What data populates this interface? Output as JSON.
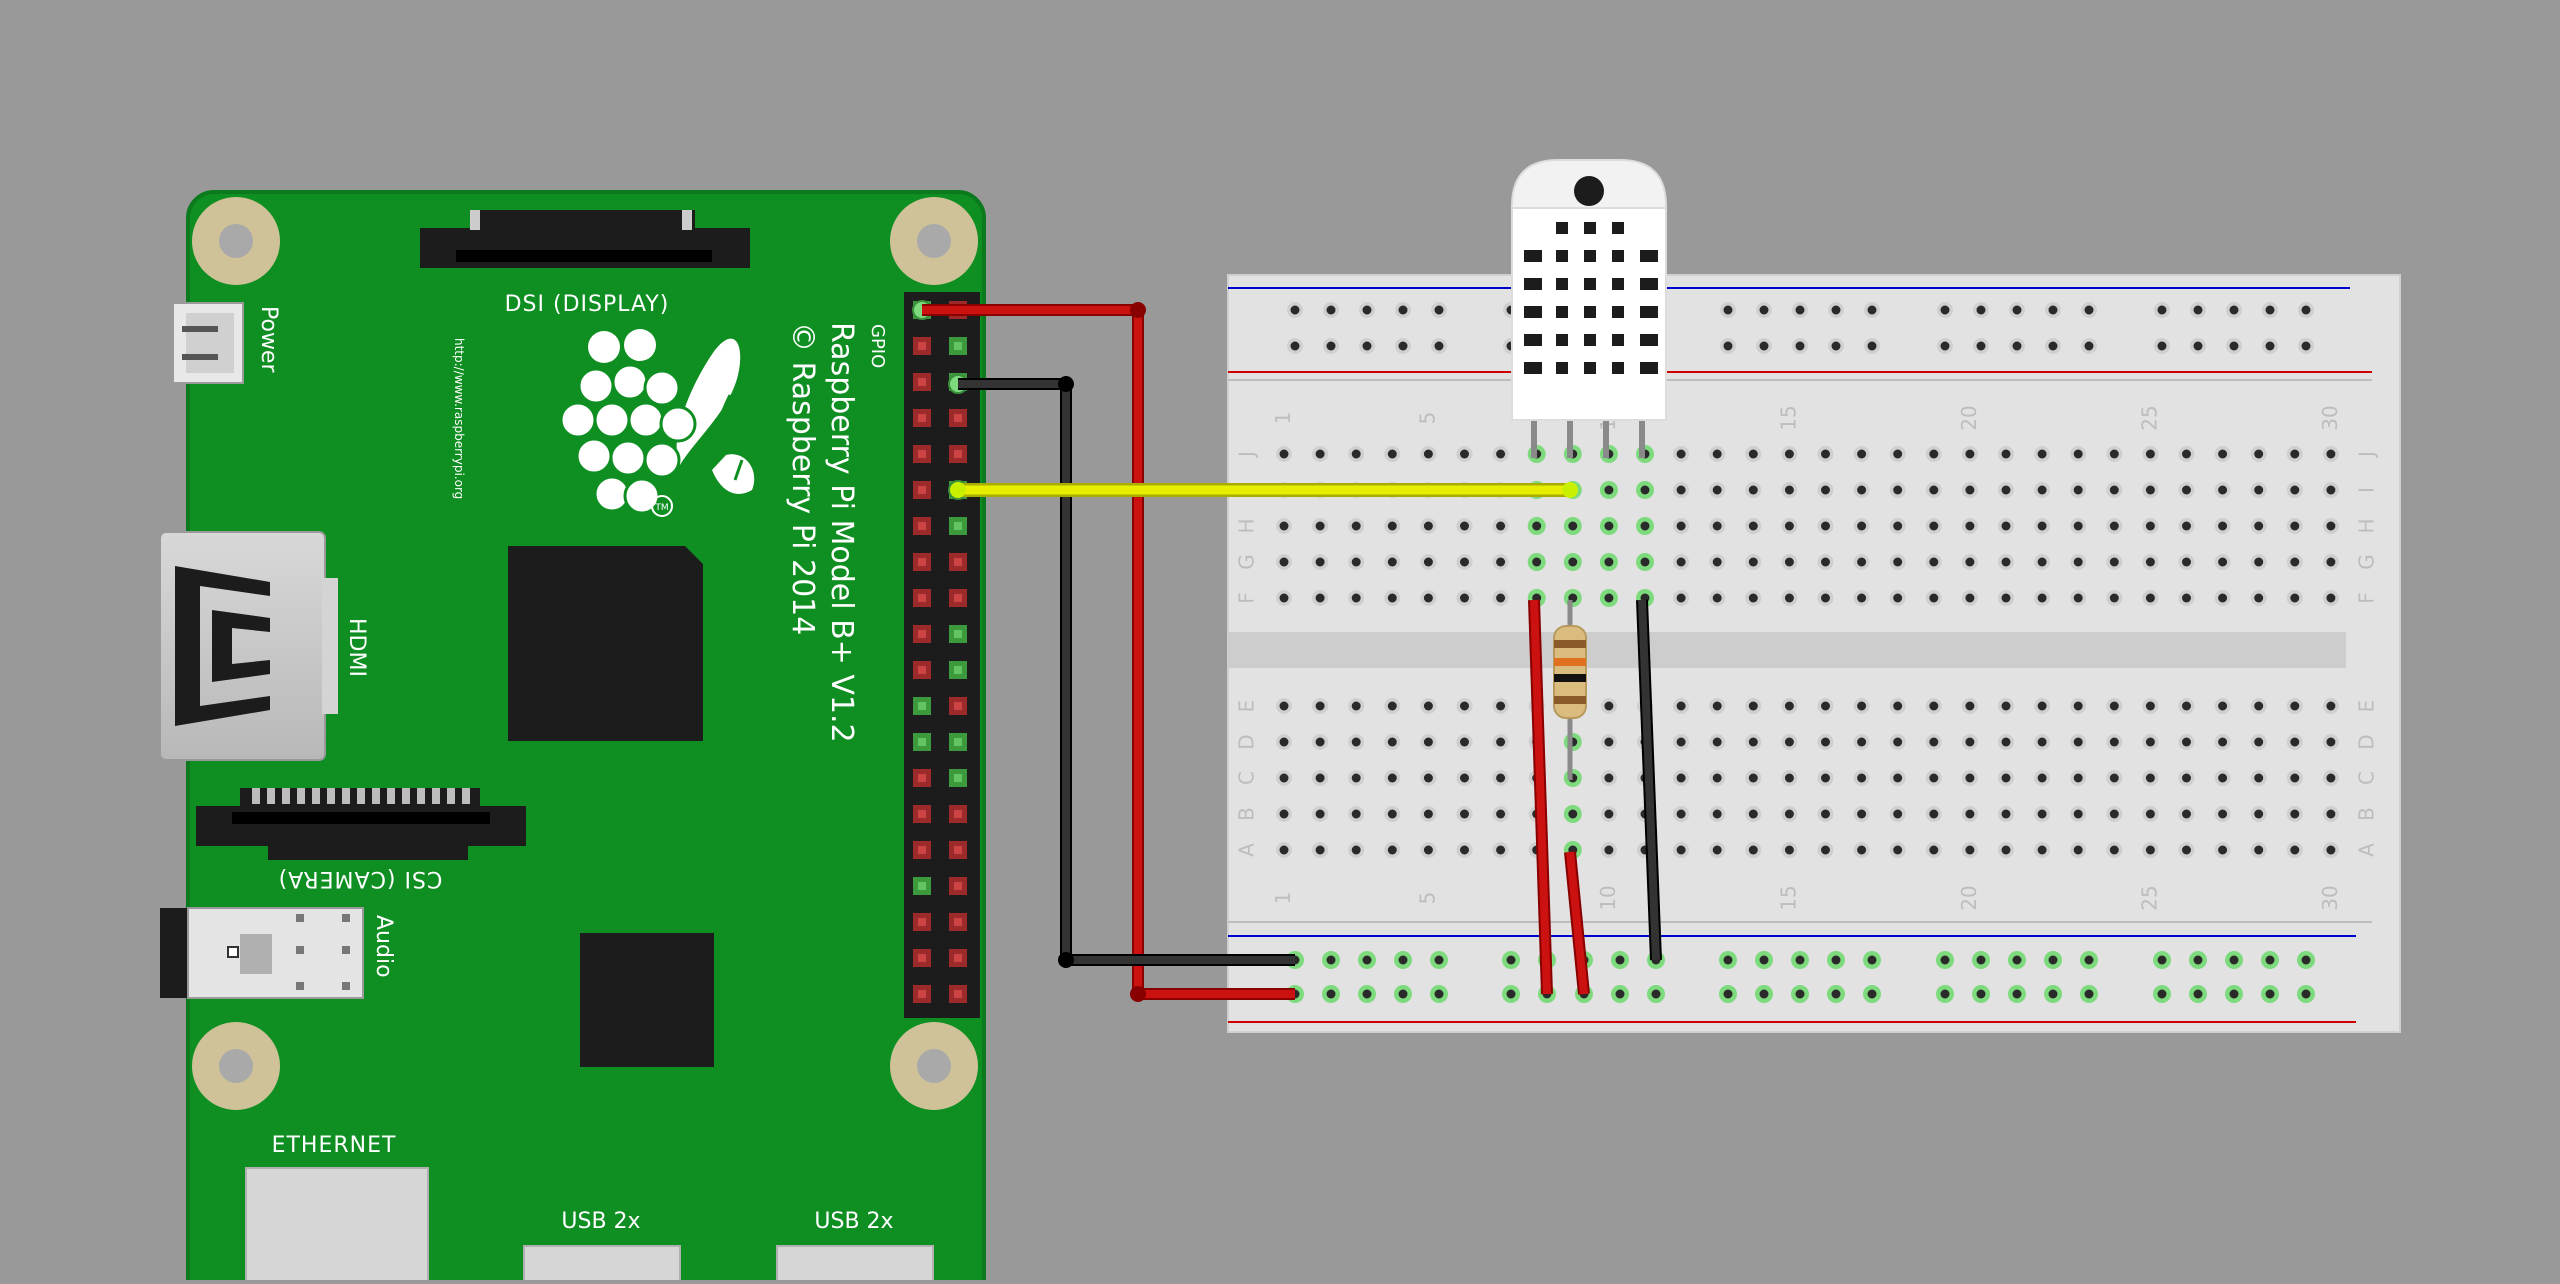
{
  "diagram": {
    "background": "#999999",
    "colors": {
      "pcb": "#0F8E22",
      "pcb_edge": "#0B7A1C",
      "mount_hole": "#CFC299",
      "connector": "#1c1c1c",
      "breadboard": "#E2E2E2",
      "rail_red": "#CC0000",
      "rail_blue": "#0000CC",
      "hole_active": "#7DDB7D",
      "wire_red": "#CC1111",
      "wire_black": "#1a1a1a",
      "wire_yellow": "#E8EE00"
    }
  },
  "pi": {
    "dsi_label": "DSI (DISPLAY)",
    "csi_label": "CSI (CAMERA)",
    "power_label": "Power",
    "hdmi_label": "HDMI",
    "audio_label": "Audio",
    "ethernet_label": "ETHERNET",
    "usb1_label": "USB 2x",
    "usb2_label": "USB 2x",
    "gpio_label": "GPIO",
    "model_label": "Raspberry Pi Model B+ V1.2",
    "copyright_label": "© Raspberry Pi 2014",
    "url_label": "http://www.raspberrypi.org",
    "tm_mark": "TM"
  },
  "breadboard": {
    "columns": 30,
    "column_numbers": [
      "1",
      "5",
      "10",
      "15",
      "20",
      "25",
      "30"
    ],
    "rows_top": [
      "J",
      "I",
      "H",
      "G",
      "F"
    ],
    "rows_bottom": [
      "E",
      "D",
      "C",
      "B",
      "A"
    ]
  },
  "components": {
    "sensor": "DHT22 temperature-humidity sensor",
    "resistor": "pull-up resistor"
  }
}
